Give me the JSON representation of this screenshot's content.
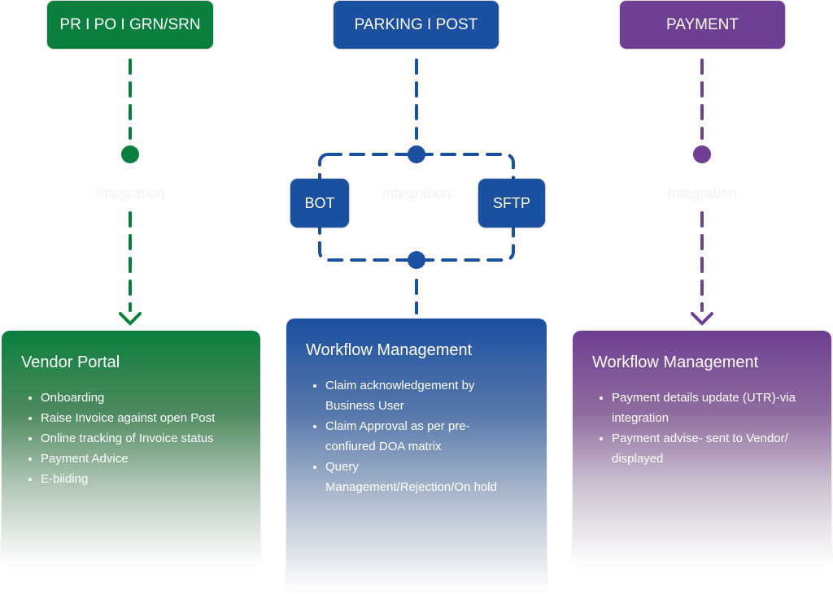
{
  "columns": [
    {
      "header": "PR I PO I GRN/SRN",
      "connector": "Integration",
      "card_title": "Vendor Portal",
      "items": [
        "Onboarding",
        "Raise Invoice against open Post",
        "Online tracking of Invoice status",
        "Payment Advice",
        "E-biiding"
      ],
      "color": "#0a7f3d"
    },
    {
      "header": "PARKING I POST",
      "connector": "Integration",
      "channels": [
        "BOT",
        "SFTP"
      ],
      "card_title": "Workflow Management",
      "items": [
        "Claim acknowledgement by Business User",
        "Claim Approval as per pre-confiured DOA matrix",
        "Query Management/Rejection/On hold"
      ],
      "color": "#1b4fa0"
    },
    {
      "header": "PAYMENT",
      "connector": "Integration",
      "card_title": "Workflow Management",
      "items": [
        "Payment details update (UTR)-via integration",
        "Payment advise- sent to Vendor/ displayed"
      ],
      "color": "#6e3f92"
    }
  ]
}
